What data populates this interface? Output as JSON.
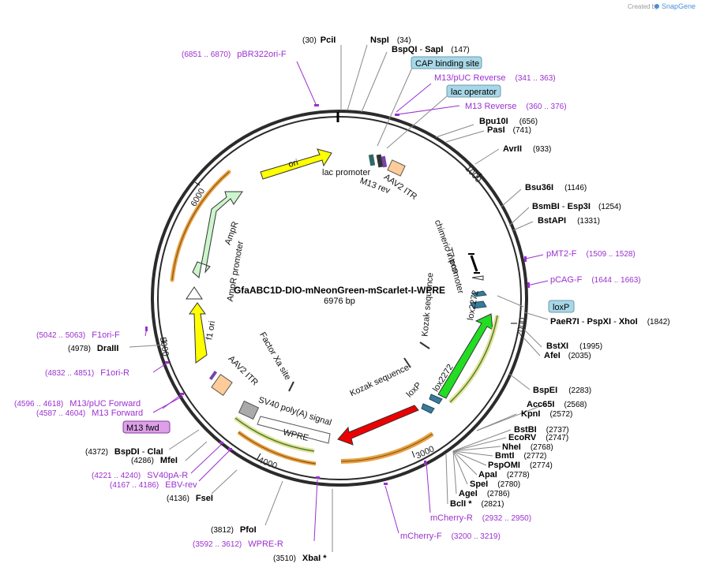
{
  "credit": "Created by",
  "brand": "SnapGene",
  "plasmid": {
    "name": "GfaABC1D-DIO-mNeonGreen-mScarlet-I-WPRE",
    "size": "6976 bp"
  },
  "ticks": [
    "1000",
    "2000",
    "3000",
    "4000",
    "5000",
    "6000"
  ],
  "features": {
    "ori": "ori",
    "ampr": "AmpR",
    "ampr_promoter": "AmpR promoter",
    "f1ori": "f1 ori",
    "lac_promoter": "lac promoter",
    "m13rev": "M13 rev",
    "aav2itr_top": "AAV2 ITR",
    "chimeric_intron": "chimeric intron",
    "t7_promoter": "T7 promoter",
    "kozak1": "Kozak sequence",
    "kozak2": "Kozak sequence",
    "lox2272_1": "lox2272",
    "lox2272_2": "lox2272",
    "loxp_inner": "loxP",
    "mneongreen": "mNeonGreen",
    "mscarlet": "mScarlet-I",
    "wpre": "WPRE",
    "sv40": "SV40 poly(A) signal",
    "aav2itr_bottom": "AAV2 ITR",
    "factor_xa": "Factor Xa site"
  },
  "boxed_features": {
    "cap": "CAP binding site",
    "lac_operator": "lac operator",
    "loxp": "loxP",
    "m13fwd": "M13 fwd"
  },
  "sites": {
    "pcii": {
      "name": "PciI",
      "pos": "(30)"
    },
    "nspi": {
      "name": "NspI",
      "pos": "(34)"
    },
    "bspqi": {
      "name": "BspQI",
      "sep": " - ",
      "name2": "SapI",
      "pos": "(147)"
    },
    "bpu10i": {
      "name": "Bpu10I",
      "pos": "(656)"
    },
    "pasi": {
      "name": "PasI",
      "pos": "(741)"
    },
    "avrii": {
      "name": "AvrII",
      "pos": "(933)"
    },
    "bsu36i": {
      "name": "Bsu36I",
      "pos": "(1146)"
    },
    "bsmbi": {
      "name": "BsmBI",
      "sep": " - ",
      "name2": "Esp3I",
      "pos": "(1254)"
    },
    "bstapi": {
      "name": "BstAPI",
      "pos": "(1331)"
    },
    "paer7i": {
      "name": "PaeR7I",
      "sep": " - ",
      "name2": "PspXI",
      "sep2": " - ",
      "name3": "XhoI",
      "pos": "(1842)"
    },
    "bstxi": {
      "name": "BstXI",
      "pos": "(1995)"
    },
    "afei": {
      "name": "AfeI",
      "pos": "(2035)"
    },
    "bspei": {
      "name": "BspEI",
      "pos": "(2283)"
    },
    "acc65i": {
      "name": "Acc65I",
      "pos": "(2568)"
    },
    "kpni": {
      "name": "KpnI",
      "pos": "(2572)"
    },
    "bstbi": {
      "name": "BstBI",
      "pos": "(2737)"
    },
    "ecorv": {
      "name": "EcoRV",
      "pos": "(2747)"
    },
    "nhei": {
      "name": "NheI",
      "pos": "(2768)"
    },
    "bmti": {
      "name": "BmtI",
      "pos": "(2772)"
    },
    "pspomi": {
      "name": "PspOMI",
      "pos": "(2774)"
    },
    "apai": {
      "name": "ApaI",
      "pos": "(2778)"
    },
    "spei": {
      "name": "SpeI",
      "pos": "(2780)"
    },
    "agei": {
      "name": "AgeI",
      "pos": "(2786)"
    },
    "bcli": {
      "name": "BclI *",
      "pos": "(2821)"
    },
    "xbai": {
      "name": "XbaI *",
      "pos": "(3510)"
    },
    "pfoi": {
      "name": "PfoI",
      "pos": "(3812)"
    },
    "fsei": {
      "name": "FseI",
      "pos": "(4136)"
    },
    "mfei": {
      "name": "MfeI",
      "pos": "(4286)"
    },
    "bspdi": {
      "name": "BspDI",
      "sep": " - ",
      "name2": "ClaI",
      "pos": "(4372)"
    },
    "draiii": {
      "name": "DraIII",
      "pos": "(4978)"
    }
  },
  "primers": {
    "pbr322ori": {
      "name": "pBR322ori-F",
      "pos": "(6851 .. 6870)"
    },
    "m13puc_rev": {
      "name": "M13/pUC Reverse",
      "pos": "(341 .. 363)"
    },
    "m13_rev": {
      "name": "M13 Reverse",
      "pos": "(360 .. 376)"
    },
    "pmt2": {
      "name": "pMT2-F",
      "pos": "(1509 .. 1528)"
    },
    "pcag": {
      "name": "pCAG-F",
      "pos": "(1644 .. 1663)"
    },
    "mcherry_r": {
      "name": "mCherry-R",
      "pos": "(2932 .. 2950)"
    },
    "mcherry_f": {
      "name": "mCherry-F",
      "pos": "(3200 .. 3219)"
    },
    "wpre_r": {
      "name": "WPRE-R",
      "pos": "(3592 .. 3612)"
    },
    "ebv_rev": {
      "name": "EBV-rev",
      "pos": "(4167 .. 4186)"
    },
    "sv40pa_r": {
      "name": "SV40pA-R",
      "pos": "(4221 .. 4240)"
    },
    "m13_fwd": {
      "name": "M13 Forward",
      "pos": "(4587 .. 4604)"
    },
    "m13puc_fwd": {
      "name": "M13/pUC Forward",
      "pos": "(4596 .. 4618)"
    },
    "f1ori_r": {
      "name": "F1ori-R",
      "pos": "(4832 .. 4851)"
    },
    "f1ori_f": {
      "name": "F1ori-F",
      "pos": "(5042 .. 5063)"
    }
  },
  "colors": {
    "ring": "#2b2b2b",
    "primer": "#9b30d0",
    "ori": "#ffff00",
    "ampr": "#ccf5cc",
    "mneongreen": "#22dd22",
    "mscarlet": "#ee0000",
    "itr": "#ffcc99",
    "box": "#a8d8e8"
  }
}
